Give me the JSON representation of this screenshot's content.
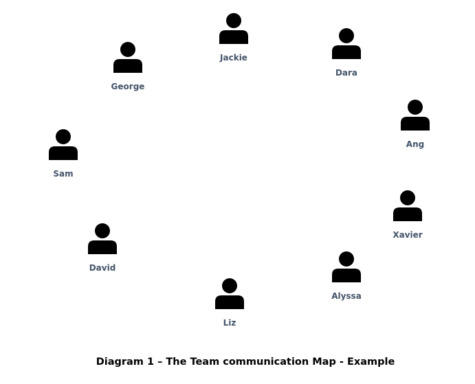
{
  "diagram": {
    "caption": "Diagram 1 – The Team communication Map - Example",
    "people": [
      {
        "name": "Jackie"
      },
      {
        "name": "Dara"
      },
      {
        "name": "George"
      },
      {
        "name": "Ang"
      },
      {
        "name": "Sam"
      },
      {
        "name": "Xavier"
      },
      {
        "name": "David"
      },
      {
        "name": "Alyssa"
      },
      {
        "name": "Liz"
      }
    ],
    "icon": "person-icon"
  }
}
